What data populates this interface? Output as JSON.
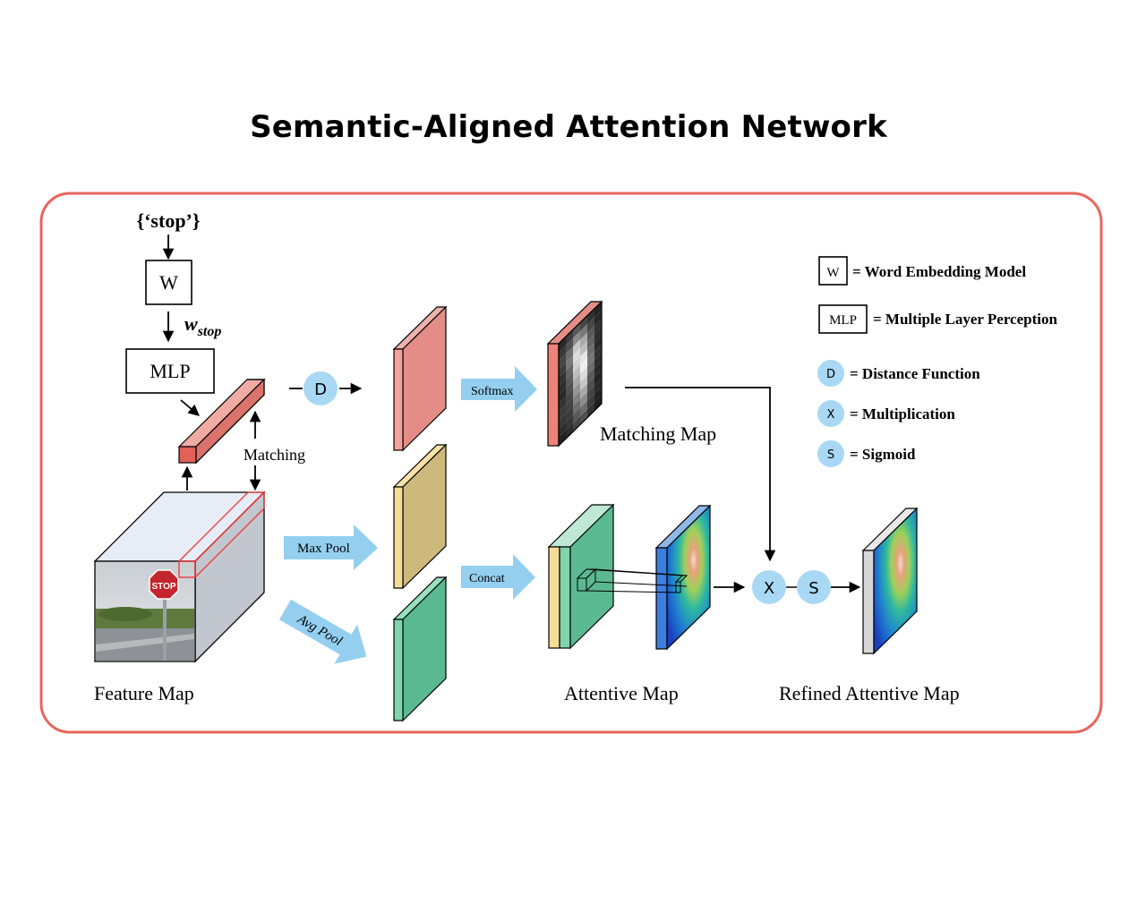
{
  "title": "Semantic-Aligned Attention Network",
  "colors": {
    "frame": "#e8655c",
    "red_block": "#e38d86",
    "yellow_block": "#cdb97c",
    "green_block": "#5bb992",
    "arrow_fill": "#94cff0",
    "circle_fill": "#a9d8f5",
    "cube_face": "#c2c7cf"
  },
  "nodes": {
    "word_input": "{‘stop’}",
    "w_box": "W",
    "w_subscript_var": "w",
    "w_subscript_sub": "stop",
    "mlp_box": "MLP",
    "matching": "Matching",
    "distance_op": "D",
    "multiply_op": "X",
    "sigmoid_op": "S"
  },
  "arrows": {
    "softmax": "Softmax",
    "max_pool": "Max Pool",
    "avg_pool": "Avg Pool",
    "concat": "Concat"
  },
  "image": {
    "sign_text": "STOP"
  },
  "captions": {
    "feature_map": "Feature Map",
    "matching_map": "Matching Map",
    "attentive_map": "Attentive Map",
    "refined_map": "Refined Attentive Map"
  },
  "legend": [
    {
      "symbol": "W",
      "shape": "box",
      "text": "= Word Embedding Model"
    },
    {
      "symbol": "MLP",
      "shape": "box",
      "text": "= Multiple Layer Perception"
    },
    {
      "symbol": "D",
      "shape": "circle",
      "text": "= Distance Function"
    },
    {
      "symbol": "X",
      "shape": "circle",
      "text": "= Multiplication"
    },
    {
      "symbol": "S",
      "shape": "circle",
      "text": "= Sigmoid"
    }
  ]
}
